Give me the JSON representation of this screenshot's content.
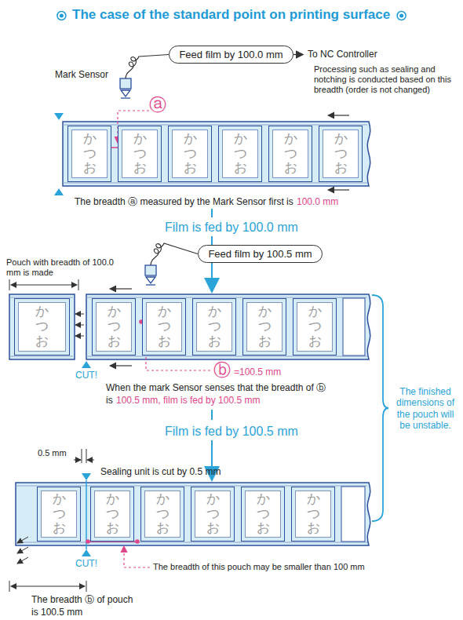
{
  "diagram": {
    "title": "The case of the standard point on printing surface",
    "nodes": [
      {
        "text": [
          "Feed film by 100.0 mm"
        ]
      },
      {
        "text": [
          "かつお"
        ]
      },
      {
        "text": [
          "かつお"
        ]
      },
      {
        "text": [
          "かつお"
        ]
      },
      {
        "text": [
          "かつお"
        ]
      },
      {
        "text": [
          "かつお"
        ]
      },
      {
        "text": [
          "かつお"
        ]
      },
      {
        "text": [
          "Feed film by 100.5 mm"
        ]
      },
      {
        "text": [
          "かつお"
        ]
      },
      {
        "text": [
          "かつお"
        ]
      },
      {
        "text": [
          "かつお"
        ]
      },
      {
        "text": [
          "かつお"
        ]
      },
      {
        "text": [
          "かつお"
        ]
      },
      {
        "text": [
          "かつお"
        ]
      },
      {
        "text": [
          "かつお"
        ]
      },
      {
        "text": [
          "かつお"
        ]
      },
      {
        "text": [
          "かつお"
        ]
      },
      {
        "text": [
          "かつお"
        ]
      },
      {
        "text": [
          "かつお"
        ]
      },
      {
        "text": [
          "かつお"
        ]
      }
    ],
    "labels": [
      "To NC Controller",
      "Mark Sensor",
      "Processing such as sealing and notching is conducted based on this breadth (order is not changed)",
      "ⓐ",
      "The breadth ⓐ measured by the Mark Sensor first is",
      "100.0 mm",
      "Film is fed by 100.0 mm",
      "Pouch with breadth of 100.0 mm is made",
      "CUT!",
      "ⓑ",
      "=100.5 mm",
      "When the mark Sensor senses that the breadth of ⓑ",
      "is",
      "100.5 mm, film is fed by 100.5 mm",
      "The finished dimensions of the pouch will be unstable.",
      "Film is fed by 100.5 mm",
      "0.5 mm",
      "Sealing unit is cut by 0.5 mm",
      "CUT!",
      "The breadth of this pouch may be smaller than 100 mm",
      "The breadth ⓑ of pouch",
      "is 100.5 mm"
    ]
  }
}
